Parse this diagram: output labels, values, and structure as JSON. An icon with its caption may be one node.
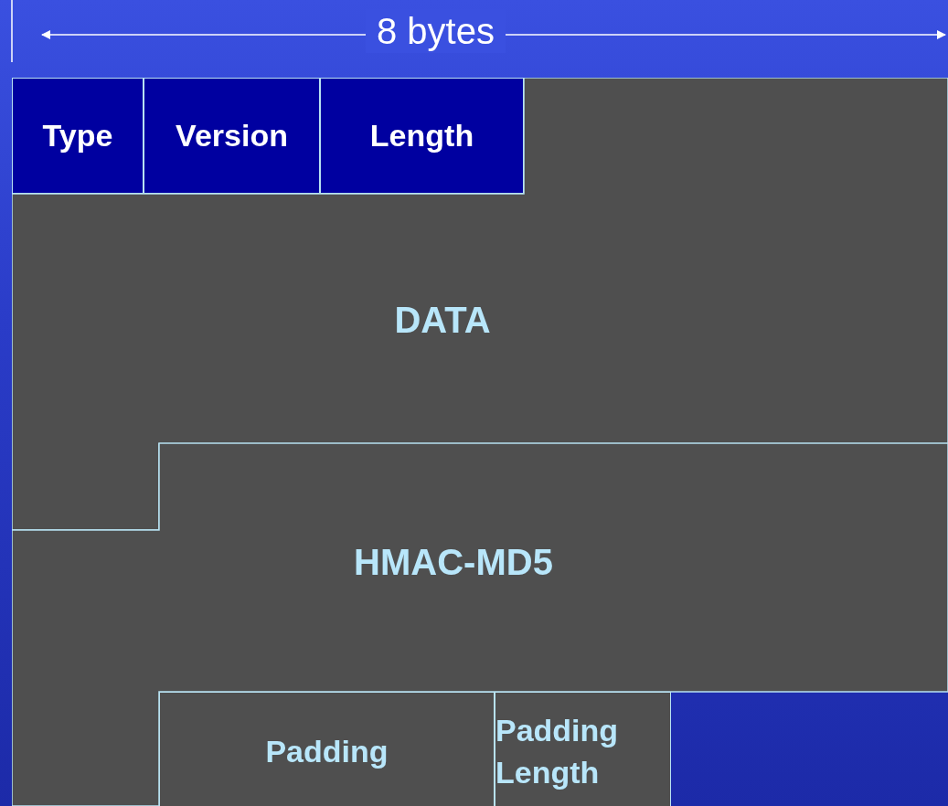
{
  "diagram": {
    "nodes": [
      {
        "text": [
          "Type"
        ]
      },
      {
        "text": [
          "Version"
        ]
      },
      {
        "text": [
          "Length"
        ]
      },
      {
        "text": [
          "DATA"
        ]
      },
      {
        "text": [
          "HMAC-MD5"
        ]
      },
      {
        "text": [
          "Padding"
        ]
      },
      {
        "text": [
          "Padding Length"
        ]
      }
    ],
    "edges": [],
    "labels": [
      "8 bytes"
    ]
  }
}
